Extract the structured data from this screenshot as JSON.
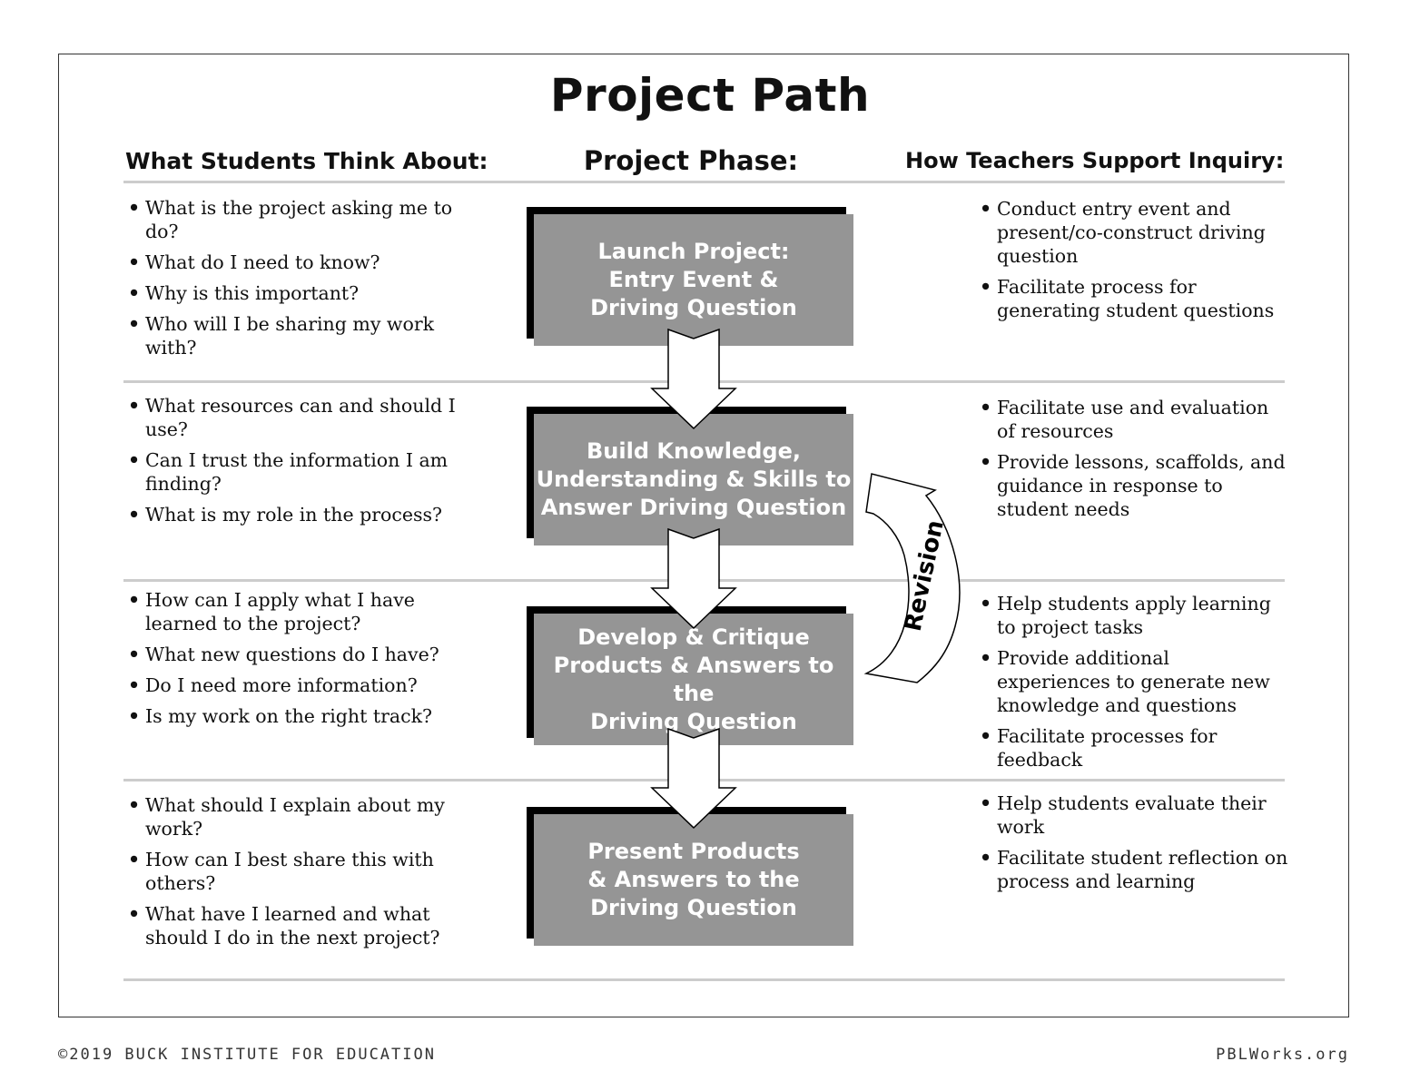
{
  "title": "Project Path",
  "columns": {
    "students": "What Students Think About:",
    "phase": "Project Phase:",
    "teachers": "How Teachers Support Inquiry:"
  },
  "phases": [
    {
      "lines": [
        "Launch Project:",
        "Entry Event &",
        "Driving Question"
      ]
    },
    {
      "lines": [
        "Build Knowledge,",
        "Understanding & Skills to",
        "Answer Driving Question"
      ]
    },
    {
      "lines": [
        "Develop & Critique",
        "Products & Answers to the",
        "Driving Question"
      ]
    },
    {
      "lines": [
        "Present Products",
        "& Answers to the",
        "Driving Question"
      ]
    }
  ],
  "students": [
    [
      "What is the project asking me to do?",
      "What do I need to know?",
      "Why is this important?",
      "Who will I be sharing my work with?"
    ],
    [
      "What resources can and should I use?",
      "Can I trust the information I am finding?",
      "What is my role in the process?"
    ],
    [
      "How can I apply what I have learned to the project?",
      "What new questions do I have?",
      "Do I need more information?",
      "Is my work on the right track?"
    ],
    [
      "What should I explain about my work?",
      "How can I best share this with others?",
      "What have I learned and what should I do in the next project?"
    ]
  ],
  "teachers": [
    [
      "Conduct entry event and present/co-construct driving question",
      "Facilitate process for generating student questions"
    ],
    [
      "Facilitate use and evaluation of resources",
      "Provide lessons, scaffolds, and guidance in response to student needs"
    ],
    [
      "Help students apply learning to project tasks",
      "Provide additional experiences to generate new knowledge and questions",
      "Facilitate processes for feedback"
    ],
    [
      "Help students evaluate their work",
      "Facilitate student reflection on process and learning"
    ]
  ],
  "revision_label": "Revision",
  "footer": {
    "left": "©2019 BUCK INSTITUTE FOR EDUCATION",
    "right": "PBLWorks.org"
  }
}
